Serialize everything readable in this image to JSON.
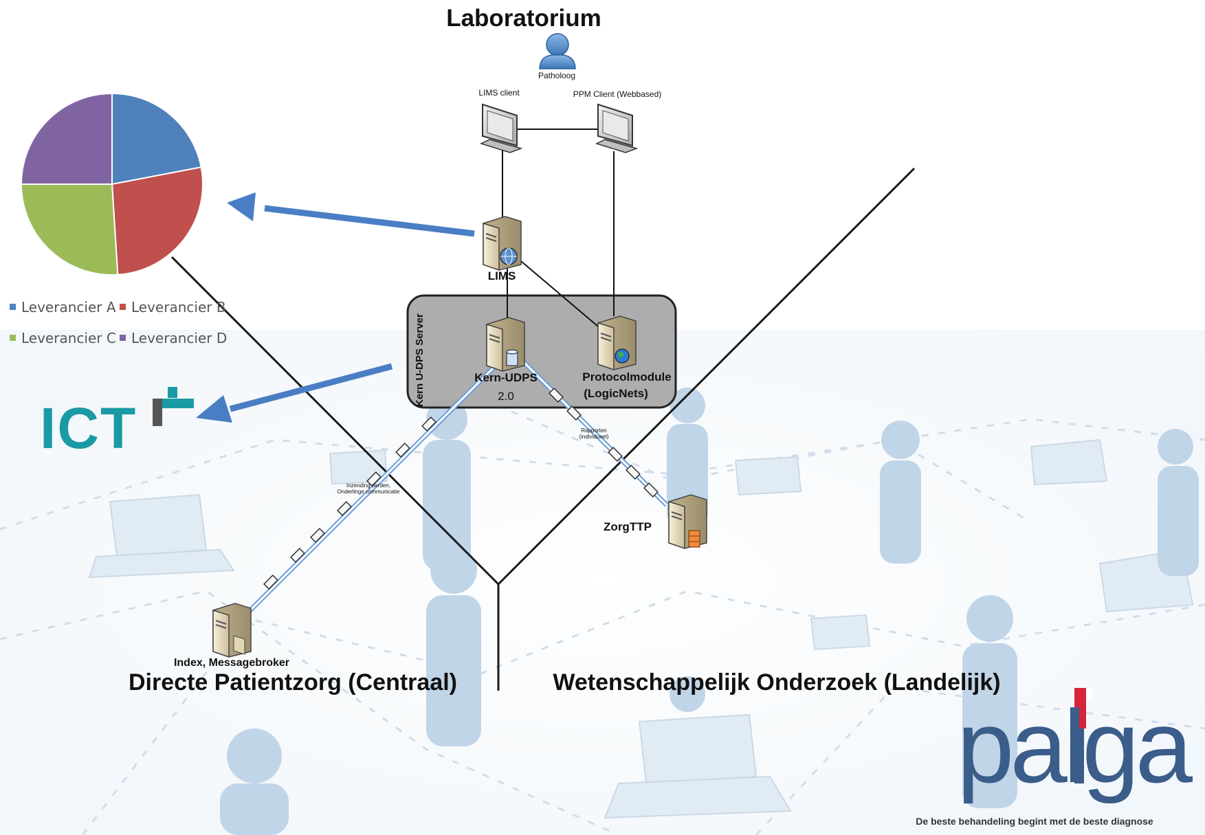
{
  "diagram": {
    "title": "Laboratorium",
    "user_label": "Patholoog",
    "lims_client_label": "LIMS client",
    "ppm_client_label": "PPM Client (Webbased)",
    "lims_label": "LIMS",
    "kern_group_label": "Kern U-DPS Server",
    "kern_udps_label": "Kern-UDPS",
    "kern_udps_version": "2.0",
    "protocol_label_1": "Protocolmodule",
    "protocol_label_2": "(LogicNets)",
    "link_left_label_1": "Inzending derden,",
    "link_left_label_2": "Onderlinge communicatie",
    "link_right_label_1": "Rapporten",
    "link_right_label_2": "(individueel)",
    "zorgttp_label": "ZorgTTP",
    "index_label": "Index, Messagebroker",
    "region_left": "Directe Patientzorg (Centraal)",
    "region_right": "Wetenschappelijk Onderzoek (Landelijk)"
  },
  "chart_data": {
    "type": "pie",
    "categories": [
      "Leverancier A",
      "Leverancier B",
      "Leverancier C",
      "Leverancier D"
    ],
    "values": [
      22,
      27,
      26,
      25
    ],
    "colors": [
      "#4F81BD",
      "#C0504D",
      "#9BBB59",
      "#8064A2"
    ],
    "legend_position": "bottom"
  },
  "logos": {
    "ict_plus": "ICT",
    "palga_wordmark": "palga",
    "palga_tagline": "De beste behandeling begint met de beste diagnose"
  },
  "colors": {
    "arrow": "#4A7EC4",
    "group_box": "#A6A6A6",
    "ict_teal": "#1A9AA5",
    "palga_blue": "#3A5D8A",
    "palga_red": "#D6243A"
  }
}
